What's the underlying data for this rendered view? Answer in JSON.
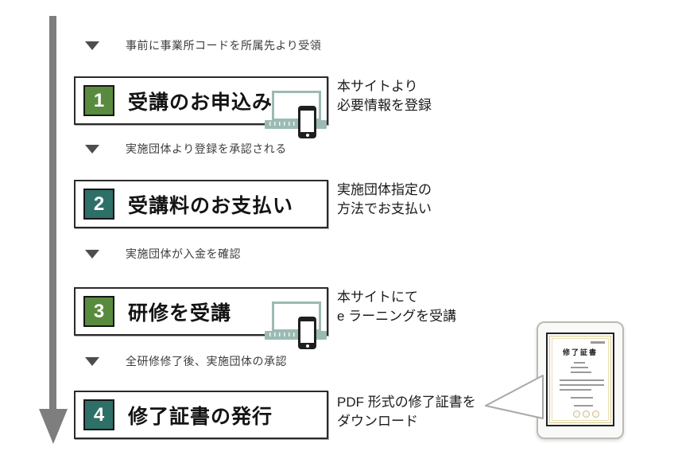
{
  "diagram": {
    "steps": [
      {
        "number": "1",
        "title": "受講のお申込み",
        "pre_label": "事前に事業所コードを所属先より受領",
        "note_line1": "本サイトより",
        "note_line2": "必要情報を登録",
        "badge_color": "#598b3e",
        "has_device_icon": true
      },
      {
        "number": "2",
        "title": "受講料のお支払い",
        "pre_label": "実施団体より登録を承認される",
        "note_line1": "実施団体指定の",
        "note_line2": "方法でお支払い",
        "badge_color": "#2e6f68",
        "has_device_icon": false
      },
      {
        "number": "3",
        "title": "研修を受講",
        "pre_label": "実施団体が入金を確認",
        "note_line1": "本サイトにて",
        "note_line2": "e ラーニングを受講",
        "badge_color": "#598b3e",
        "has_device_icon": true
      },
      {
        "number": "4",
        "title": "修了証書の発行",
        "pre_label": "全研修修了後、実施団体の承認",
        "note_line1": "PDF 形式の修了証書を",
        "note_line2": "ダウンロード",
        "badge_color": "#2e6f68",
        "has_device_icon": false
      }
    ],
    "tablet_preview": {
      "certificate_title": "修了証書"
    },
    "colors": {
      "arrow_gray": "#7e7e7e",
      "triangle_gray": "#4d4d4d",
      "step_green": "#598b3e",
      "step_teal": "#2e6f68",
      "laptop_teal": "#9cbab4",
      "box_border": "#2a2a2a",
      "tablet_bezel": "#bdbab4",
      "certificate_gold": "#dcc98a"
    }
  }
}
